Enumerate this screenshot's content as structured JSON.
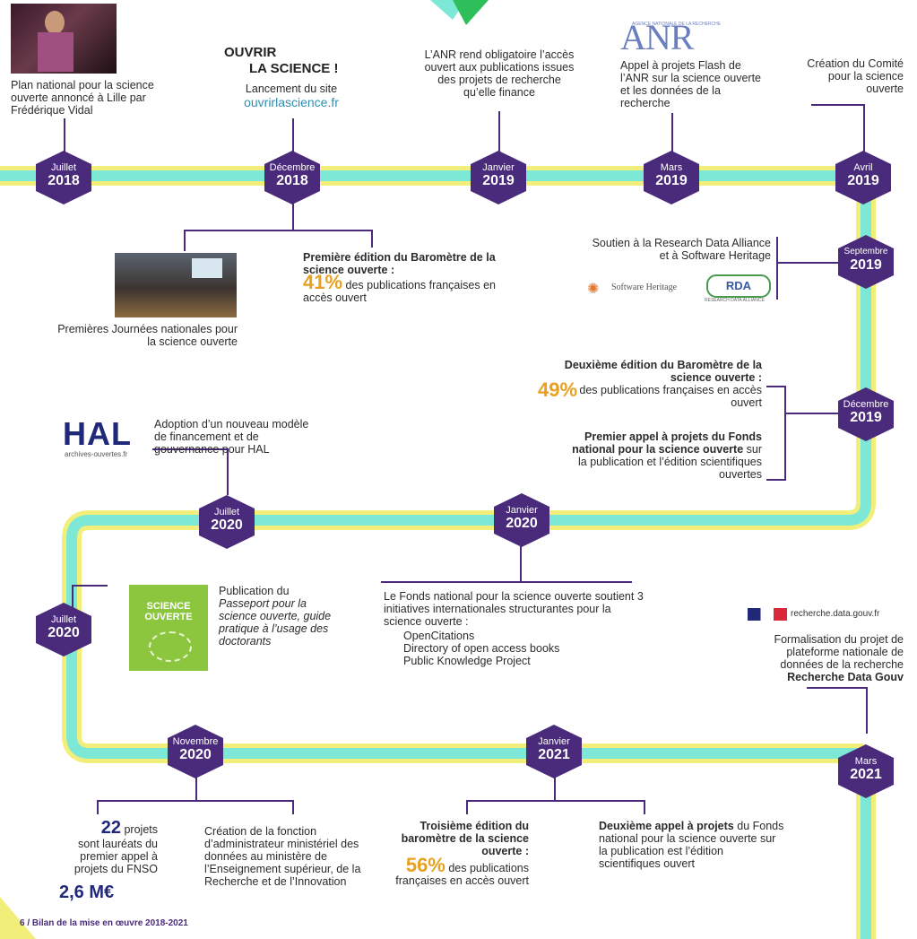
{
  "colors": {
    "track_outer": "#f1ef7a",
    "track_inner": "#7ee8d6",
    "hex": "#4a2a7a",
    "accent": "#e8a020",
    "navy": "#20287a",
    "link": "#2d8fb0"
  },
  "milestones": {
    "jul2018": {
      "month": "Juillet",
      "year": "2018"
    },
    "dec2018": {
      "month": "Décembre",
      "year": "2018"
    },
    "jan2019": {
      "month": "Janvier",
      "year": "2019"
    },
    "mar2019": {
      "month": "Mars",
      "year": "2019"
    },
    "apr2019": {
      "month": "Avril",
      "year": "2019"
    },
    "sep2019": {
      "month": "Septembre",
      "year": "2019"
    },
    "dec2019": {
      "month": "Décembre",
      "year": "2019"
    },
    "jan2020": {
      "month": "Janvier",
      "year": "2020"
    },
    "jul2020a": {
      "month": "Juillet",
      "year": "2020"
    },
    "jul2020b": {
      "month": "Juillet",
      "year": "2020"
    },
    "nov2020": {
      "month": "Novembre",
      "year": "2020"
    },
    "jan2021": {
      "month": "Janvier",
      "year": "2021"
    },
    "mar2021": {
      "month": "Mars",
      "year": "2021"
    }
  },
  "events": {
    "plan": "Plan national pour la science ouverte annoncé à Lille par Frédérique Vidal",
    "ouvrir_logo_1": "OUVRIR",
    "ouvrir_logo_2": "LA SCIENCE !",
    "ouvrir_text": "Lancement du site",
    "ouvrir_link": "ouvrirlascience.fr",
    "anr_oblig": "L’ANR rend obligatoire l’accès ouvert aux publications issues des projets de recherche qu’elle finance",
    "anr_logo": "ANR",
    "anr_logo_small": "AGENCE NATIONALE DE LA RECHERCHE",
    "anr_flash": "Appel à projets Flash de l’ANR sur la science ouverte et les données de la recherche",
    "comite": "Création du Comité pour la science ouverte",
    "barometre1_title": "Première édition du Baromètre de la science ouverte :",
    "barometre1_pct": "41%",
    "barometre1_rest": " des publications françaises en accès ouvert",
    "journees": "Premières Journées nationales pour la science ouverte",
    "rda": "Soutien à la Research Data Alliance et à Software Heritage",
    "sw_heritage": "Software Heritage",
    "rda_logo": "RDA",
    "rda_small": "RESEARCH DATA ALLIANCE",
    "barometre2_title": "Deuxième édition du Baromètre de la science ouverte :",
    "barometre2_pct": "49%",
    "barometre2_rest": " des publications françaises en accès ouvert",
    "fnso1_bold": "Premier appel à projets du Fonds national pour la science ouverte",
    "fnso1_rest": " sur la publication et l’édition scientifiques ouvertes",
    "hal_logo": "HAL",
    "hal_small": "archives-ouvertes.fr",
    "hal_text": "Adoption d’un nouveau modèle de financement et de gouvernance pour HAL",
    "fonds_intro": "Le Fonds national pour la science ouverte soutient 3 initiatives internationales structurantes pour la science ouverte :",
    "fonds_items": [
      "OpenCitations",
      "Directory of open access books",
      "Public Knowledge Project"
    ],
    "passeport_1": "Publication du",
    "passeport_2": "Passeport pour la science ouverte, guide pratique à l’usage des doctorants",
    "passeport_cover_1": "SCIENCE",
    "passeport_cover_2": "OUVERTE",
    "rdg_logo": "recherche.data.gouv.fr",
    "rdg_text": "Formalisation du projet de plateforme nationale de données de la recherche",
    "rdg_bold": "Recherche Data Gouv",
    "laureats_num": "22",
    "laureats_word": " projets",
    "laureats_text": "sont lauréats du premier appel à projets du FNSO",
    "laureats_amount": "2,6 M€",
    "admin": "Création de la fonction d’administrateur ministériel des données au ministère de l’Enseignement supérieur, de la Recherche et de l’Innovation",
    "barometre3_title": "Troisième édition du baromètre de la science ouverte :",
    "barometre3_pct": "56%",
    "barometre3_rest": " des publications françaises en accès ouvert",
    "fnso2_bold": "Deuxième appel à projets",
    "fnso2_rest": " du Fonds national pour la science ouverte sur la publication est l’édition scientifiques ouvert"
  },
  "footer": "6 / Bilan de la mise en œuvre 2018-2021"
}
